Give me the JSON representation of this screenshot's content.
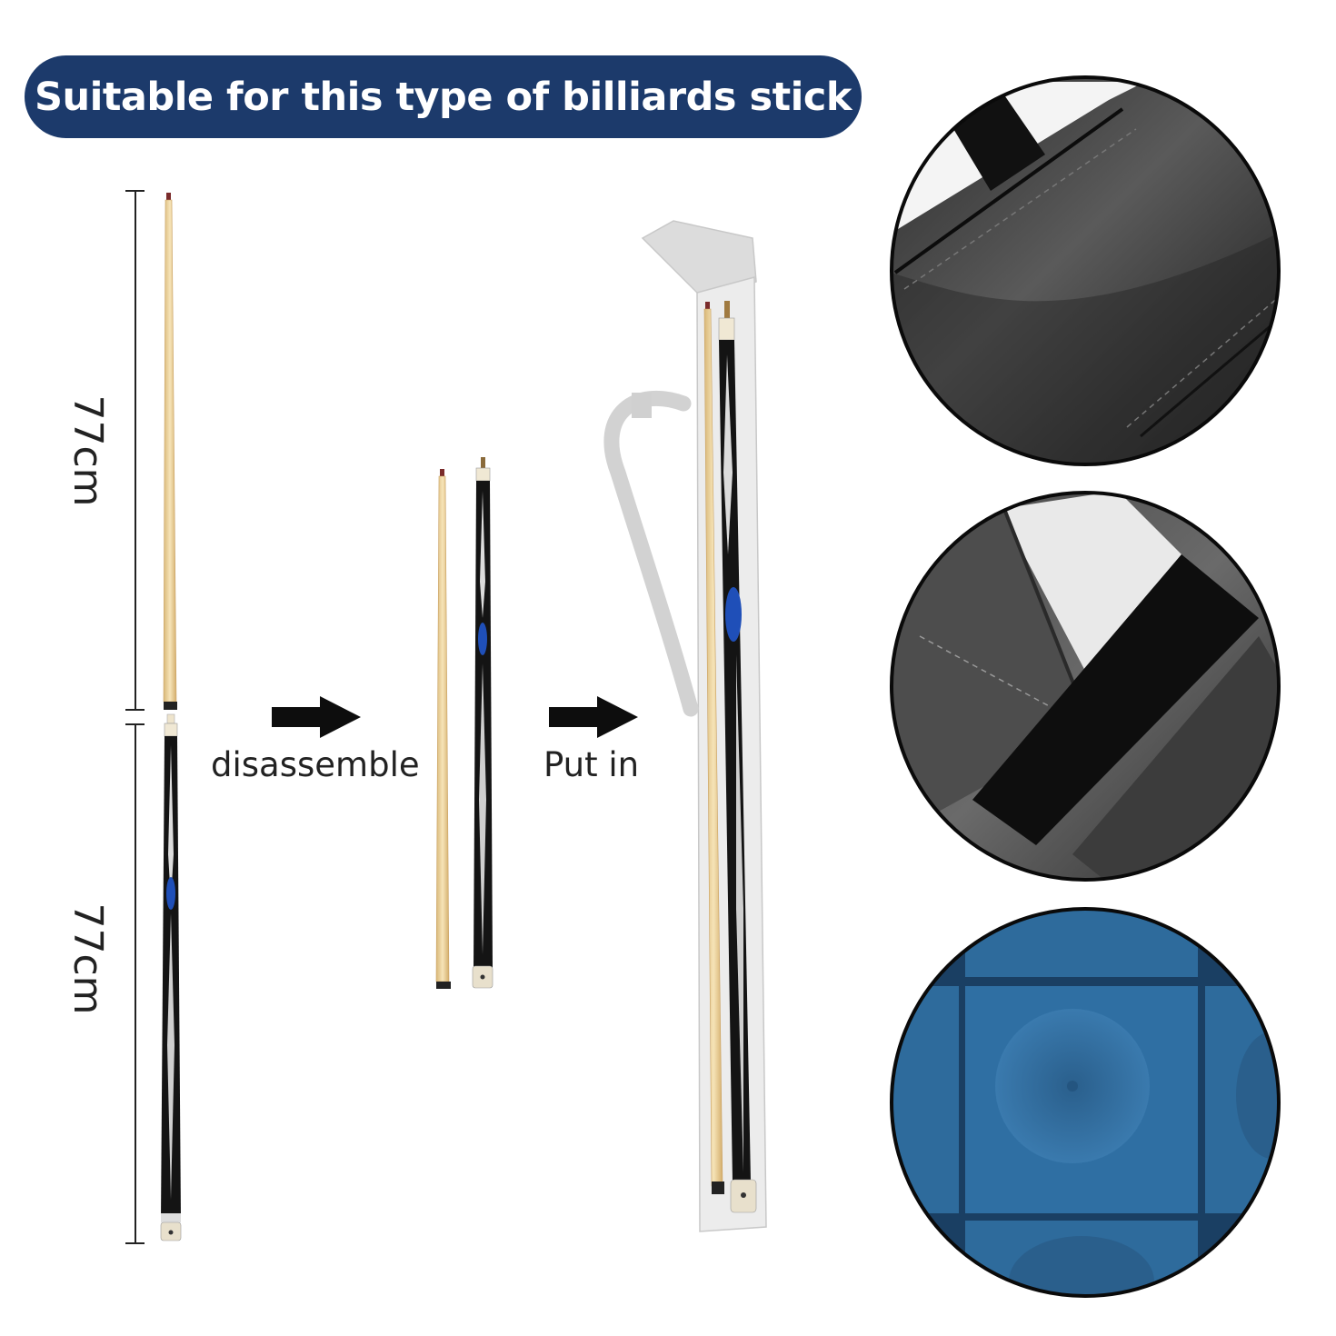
{
  "banner": {
    "title": "Suitable for this type of billiards stick"
  },
  "dimensions": {
    "upper_length": "77cm",
    "lower_length": "77cm"
  },
  "steps": {
    "step1": "disassemble",
    "step2": "Put in"
  },
  "colors": {
    "banner": "#1c3a6b",
    "case": "#dadada",
    "maple": "#ecd49a",
    "cue_blue": "#1f4fb8",
    "chalk_blue": "#2e6b9c",
    "leather": "#3a3a3a"
  },
  "detail_views": [
    {
      "icon": "leather-strap-closeup-icon"
    },
    {
      "icon": "velcro-closure-closeup-icon"
    },
    {
      "icon": "blue-chalk-closeup-icon"
    }
  ]
}
